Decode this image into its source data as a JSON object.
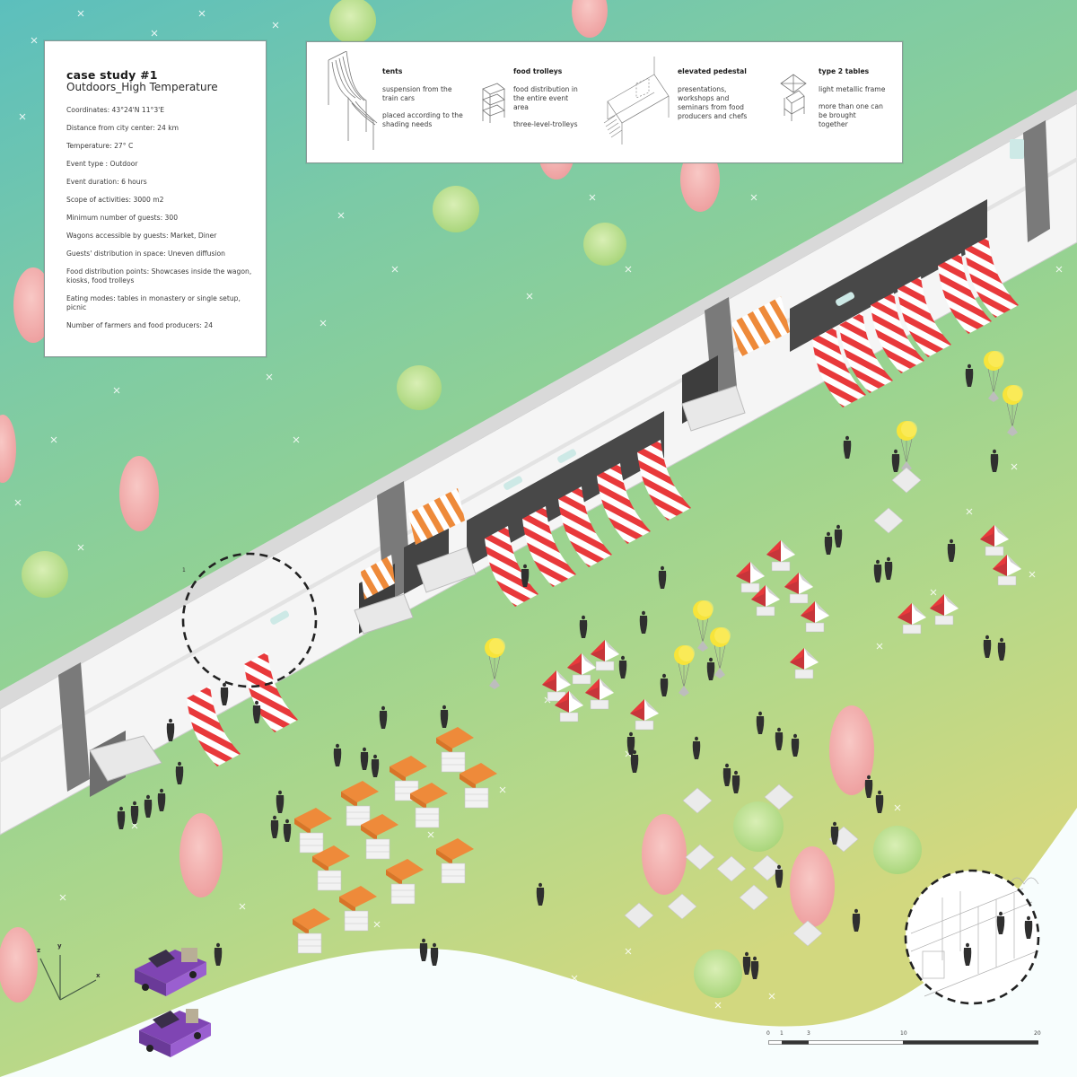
{
  "info_panel": {
    "title": "case study #1",
    "subtitle": "Outdoors_High Temperature",
    "facts": [
      "Coordinates: 43°24'N 11°3'E",
      "Distance from city center: 24 km",
      "Temperature: 27° C",
      "Event type : Outdoor",
      "Event duration: 6 hours",
      "Scope of activities: 3000 m2",
      "Minimum number of guests: 300",
      "Wagons accessible by guests: Market, Diner",
      "Guests' distribution in space: Uneven diffusion",
      "Food distribution points: Showcases inside the wagon, kiosks, food trolleys",
      "Eating modes: tables in monastery or single setup, picnic",
      "Number of farmers and food producers: 24"
    ]
  },
  "legend": {
    "items": [
      {
        "icon": "tent-icon",
        "label": "tents",
        "desc": [
          "suspension from the train cars",
          "placed according to the shading needs"
        ]
      },
      {
        "icon": "food-trolley-icon",
        "label": "food trolleys",
        "desc": [
          "food distribution in the entire event area",
          "three-level-trolleys"
        ]
      },
      {
        "icon": "elevated-pedestal-icon",
        "label": "elevated pedestal",
        "desc": [
          "presentations, workshops and seminars from food producers and chefs"
        ]
      },
      {
        "icon": "table-type2-icon",
        "label": "type 2 tables",
        "desc": [
          "light metallic frame",
          "more than one can be brought together"
        ]
      }
    ]
  },
  "axes": {
    "x": "x",
    "y": "y",
    "z": "z"
  },
  "detail_callouts": [
    {
      "id": "1",
      "label": "1"
    }
  ],
  "scale_bar": {
    "ticks": [
      "0",
      "1",
      "3",
      "10",
      "20"
    ]
  },
  "colors": {
    "sky_top": "#5fc1bb",
    "grass_mid": "#8fd29a",
    "grass_bottom": "#cdd882",
    "tent_red": "#e8393b",
    "kiosk_orange": "#ee8a3a",
    "balloon_yellow": "#f7e43a",
    "truck_purple": "#8b4fbf",
    "tree_pink": "#f2a6a6",
    "tree_green": "#b8e08a",
    "train_white": "#f4f4f4",
    "train_gray": "#7a7a7a",
    "people": "#2f2f2f"
  }
}
